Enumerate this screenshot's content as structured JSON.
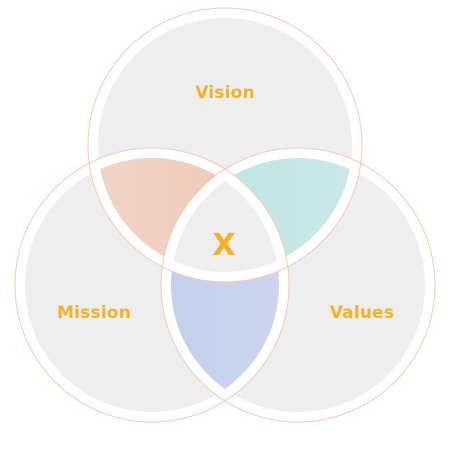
{
  "diagram": {
    "circles": [
      {
        "id": "vision",
        "label": "Vision"
      },
      {
        "id": "mission",
        "label": "Mission"
      },
      {
        "id": "values",
        "label": "Values"
      }
    ],
    "center_mark": "X",
    "colors": {
      "label_text": "#F5B124",
      "circle_fill": "#EEEEEE",
      "circle_outline": "#F4C9B6",
      "gap": "#FFFFFF",
      "vision_mission_overlap": "#F3B9A2",
      "vision_values_overlap": "#A9E1E1",
      "mission_values_overlap": "#B5C5EC",
      "center_overlap": "#EEEEEE"
    }
  }
}
